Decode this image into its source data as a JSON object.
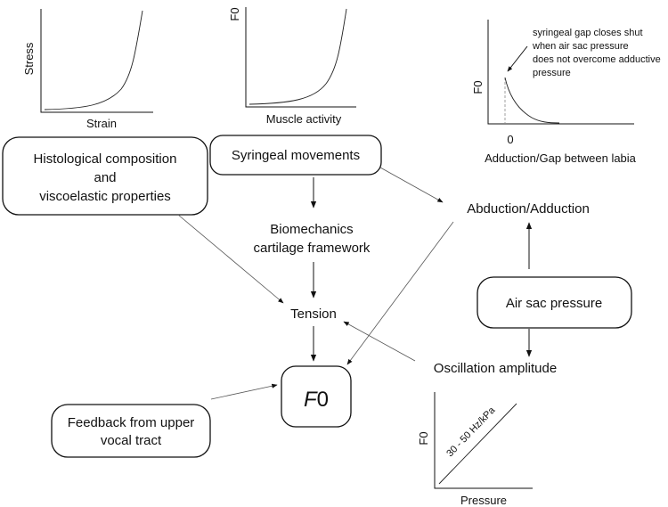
{
  "plots": {
    "stress_strain": {
      "ylabel": "Stress",
      "xlabel": "Strain"
    },
    "f0_muscle": {
      "ylabel": "F0",
      "xlabel": "Muscle activity"
    },
    "f0_adduction": {
      "ylabel": "F0",
      "xlabel": "Adduction/Gap between labia",
      "tick": "0",
      "annotation": [
        "syringeal gap closes shut",
        "when air sac pressure",
        "does not overcome adductive",
        "pressure"
      ]
    },
    "f0_pressure": {
      "ylabel": "F0",
      "xlabel": "Pressure",
      "slope_label": "30 - 50 Hz/kPa"
    }
  },
  "nodes": {
    "histological": [
      "Histological composition",
      "and",
      "viscoelastic properties"
    ],
    "syringeal_movements": "Syringeal movements",
    "biomechanics": [
      "Biomechanics",
      "cartilage framework"
    ],
    "abduction": "Abduction/Adduction",
    "tension": "Tension",
    "air_sac": "Air sac pressure",
    "oscillation": "Oscillation amplitude",
    "f0_italic": "F",
    "f0_rest": "0",
    "feedback": [
      "Feedback from upper",
      "vocal tract"
    ]
  }
}
